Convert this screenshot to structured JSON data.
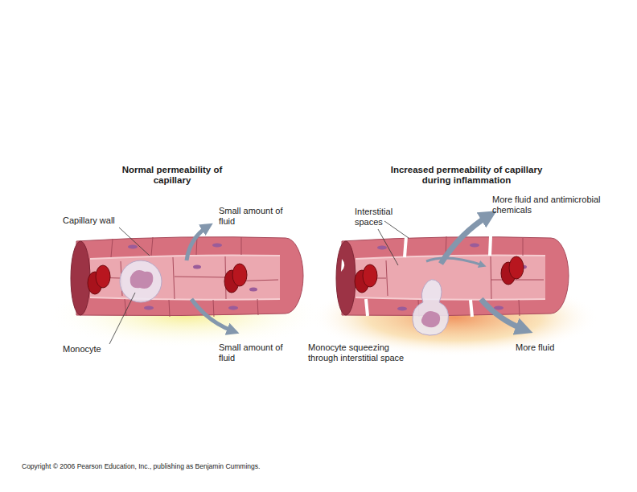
{
  "diagram": {
    "labels": [
      "Normal permeability of capillary",
      "Increased permeability of capillary during inflammation",
      "Capillary wall",
      "Small amount of fluid",
      "Monocyte",
      "Small amount of fluid",
      "Interstitial spaces",
      "More fluid and antimicrobial chemicals",
      "Monocyte squeezing through interstitial space",
      "More fluid",
      "Copyright © 2006 Pearson Education, Inc., publishing as Benjamin Cummings."
    ]
  }
}
